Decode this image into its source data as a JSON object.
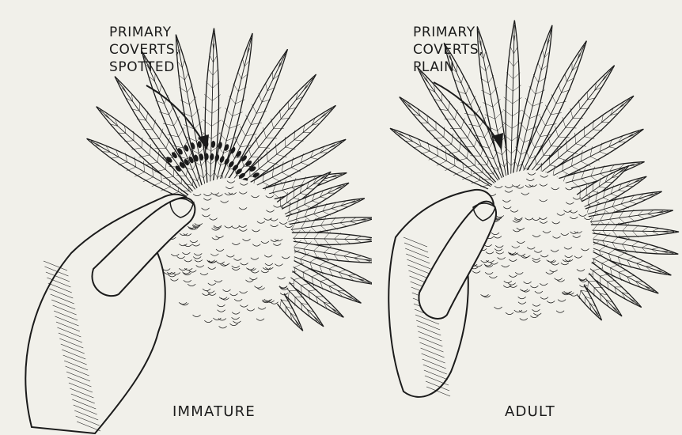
{
  "figures": [
    {
      "id": "immature",
      "callout_lines": [
        "PRIMARY",
        "COVERTS,",
        "SPOTTED"
      ],
      "caption": "IMMATURE"
    },
    {
      "id": "adult",
      "callout_lines": [
        "PRIMARY",
        "COVERTS,",
        "PLAIN"
      ],
      "caption": "ADULT"
    }
  ],
  "colors": {
    "paper": "#f1f0ea",
    "ink": "#1b1b1b"
  }
}
